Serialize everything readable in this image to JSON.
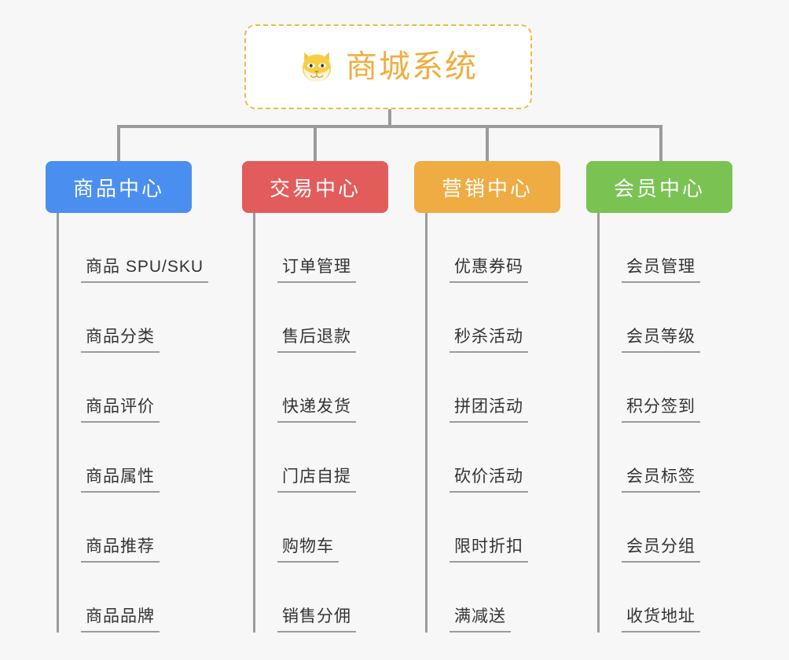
{
  "root": {
    "title": "商城系统",
    "icon": "shiba-dog-face-icon",
    "text_color": "#f0ad3e",
    "border_color": "#f0b849"
  },
  "canvas": {
    "background": "#f7f7f7",
    "connector_color": "#9b9b9b"
  },
  "branches": [
    {
      "label": "商品中心",
      "color": "#4a8ef0",
      "items": [
        "商品 SPU/SKU",
        "商品分类",
        "商品评价",
        "商品属性",
        "商品推荐",
        "商品品牌"
      ]
    },
    {
      "label": "交易中心",
      "color": "#e25c5c",
      "items": [
        "订单管理",
        "售后退款",
        "快递发货",
        "门店自提",
        "购物车",
        "销售分佣"
      ]
    },
    {
      "label": "营销中心",
      "color": "#eeac43",
      "items": [
        "优惠券码",
        "秒杀活动",
        "拼团活动",
        "砍价活动",
        "限时折扣",
        "满减送"
      ]
    },
    {
      "label": "会员中心",
      "color": "#7ac352",
      "items": [
        "会员管理",
        "会员等级",
        "积分签到",
        "会员标签",
        "会员分组",
        "收货地址"
      ]
    }
  ]
}
